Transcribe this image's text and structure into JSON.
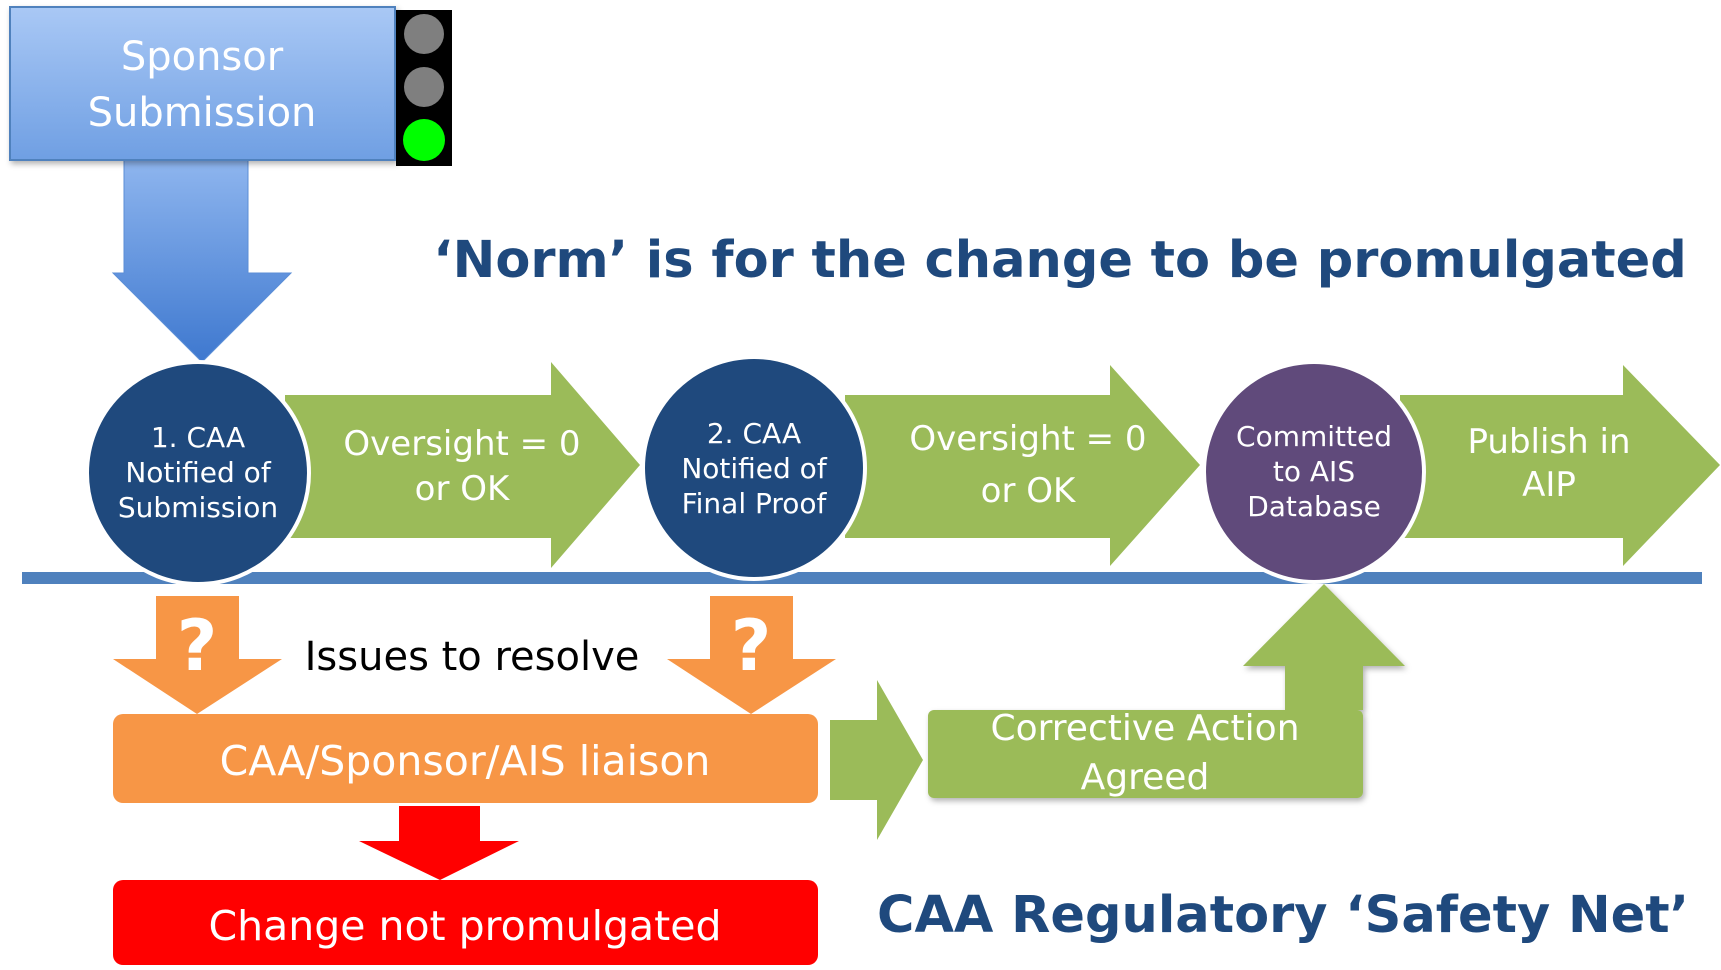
{
  "sponsor": {
    "line1": "Sponsor",
    "line2": "Submission"
  },
  "traffic_light": {
    "lamps": [
      "off",
      "off",
      "green"
    ],
    "colors": {
      "off": "#7f7f7f",
      "green": "#00ff00",
      "housing": "#000000"
    }
  },
  "headline": "‘Norm’ is for the change to be promulgated",
  "steps": {
    "step1": [
      "1. CAA",
      "Notified of",
      "Submission"
    ],
    "oversight1": [
      "Oversight = 0",
      "or OK"
    ],
    "step2": [
      "2. CAA",
      "Notified of",
      "Final Proof"
    ],
    "oversight2": [
      "Oversight = 0",
      "or OK"
    ],
    "committed": [
      "Committed",
      "to AIS",
      "Database"
    ],
    "publish": [
      "Publish in",
      "AIP"
    ]
  },
  "question_mark": "?",
  "issues_label": "Issues to resolve",
  "liaison": "CAA/Sponsor/AIS liaison",
  "corrective": [
    "Corrective Action",
    "Agreed"
  ],
  "not_promulgated": "Change not promulgated",
  "safety_net": "CAA Regulatory ‘Safety Net’",
  "colors": {
    "navy_circle": "#1f497d",
    "purple_circle": "#604a7b",
    "green_arrow": "#9bbb59",
    "orange": "#f79646",
    "red": "#ff0000",
    "timeline": "#4f81bd",
    "blue_sponsor": "#8eb4e3",
    "title_text": "#1f497d"
  }
}
